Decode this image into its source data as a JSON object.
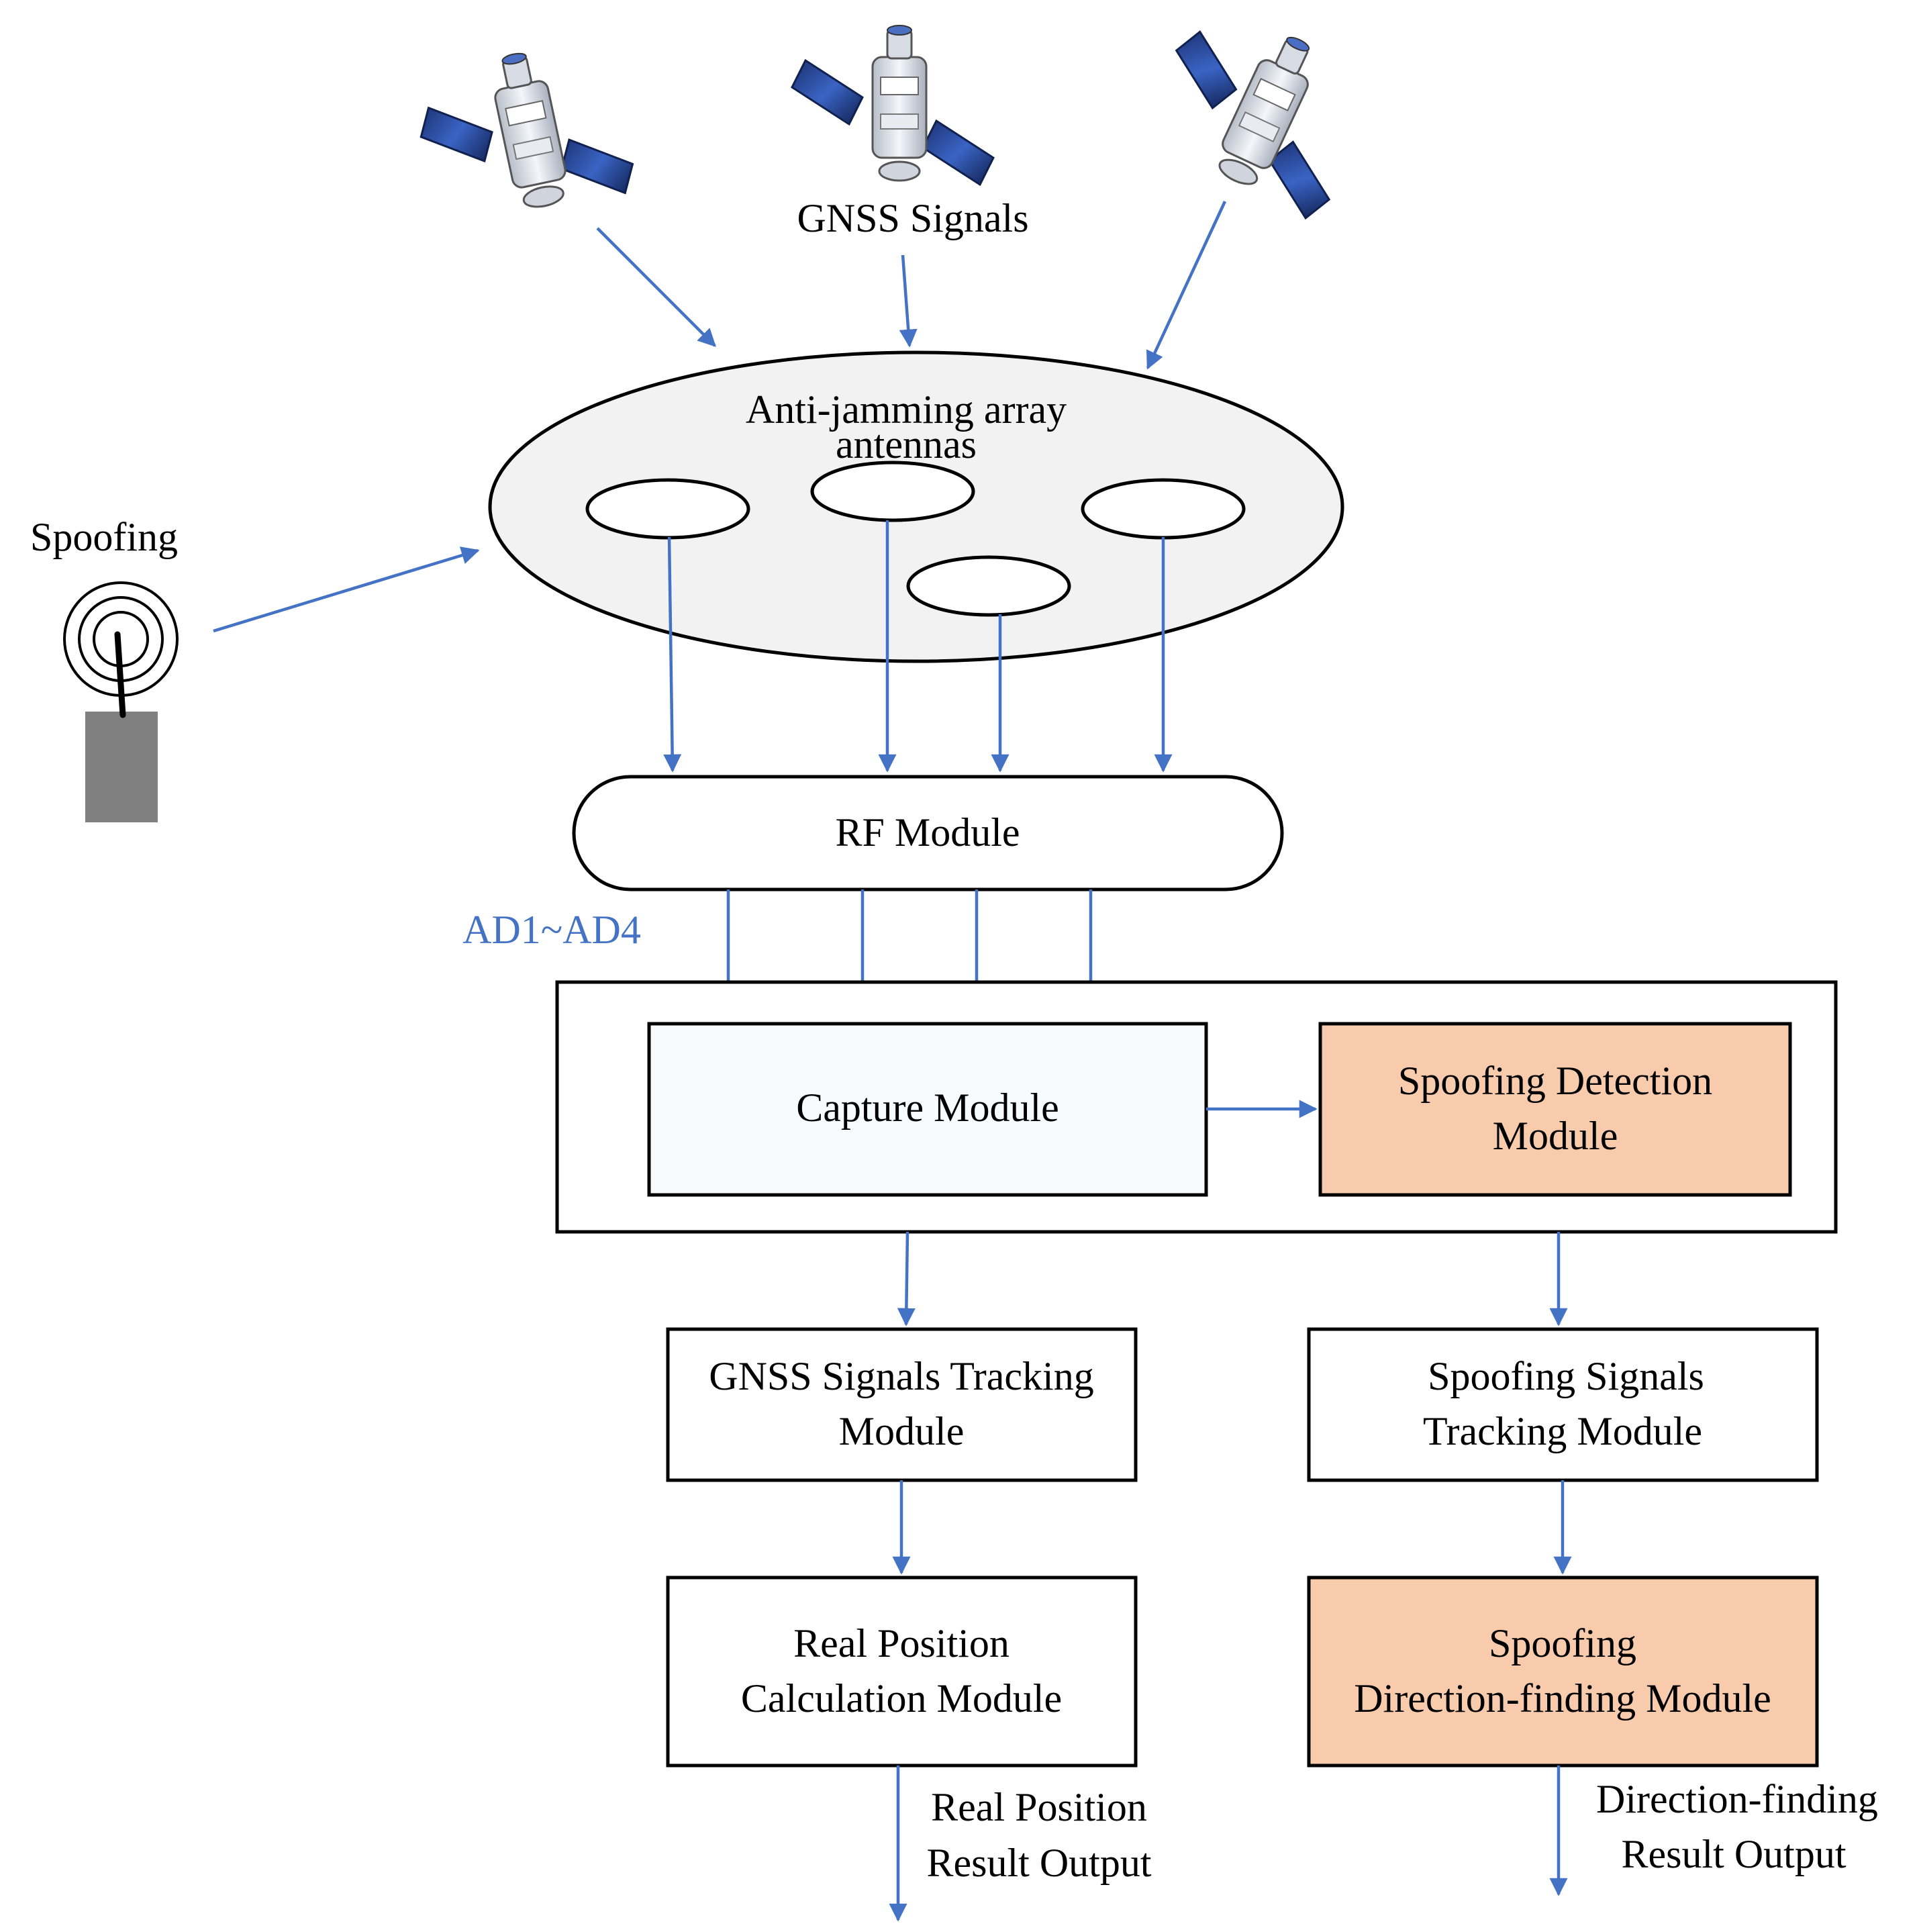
{
  "colors": {
    "arrow": "#4472c4",
    "highlight_fill": "#f8cbad",
    "ellipse_fill": "#f2f2f2",
    "capture_fill": "#f7fbfb",
    "transmitter_body": "#808080",
    "satellite_panel": "#1f3b8c",
    "satellite_body": "#dfe3ea"
  },
  "icons": {
    "satellite": "satellite-icon",
    "spoofer": "spoofing-transmitter-icon"
  },
  "gnss_label": "GNSS Signals",
  "antenna_array": {
    "line1": "Anti-jamming array",
    "line2": "antennas"
  },
  "spoofing_label": "Spoofing",
  "rf_module": "RF Module",
  "ad_label": "AD1~AD4",
  "capture_module": "Capture Module",
  "spoofing_detection": {
    "line1": "Spoofing Detection",
    "line2": "Module"
  },
  "gnss_tracking": {
    "line1": "GNSS Signals Tracking",
    "line2": "Module"
  },
  "spoofing_tracking": {
    "line1": "Spoofing Signals",
    "line2": "Tracking Module"
  },
  "real_position": {
    "line1": "Real Position",
    "line2": "Calculation Module"
  },
  "direction_finding": {
    "line1": "Spoofing",
    "line2": "Direction-finding Module"
  },
  "real_position_output": {
    "line1": "Real Position",
    "line2": "Result Output"
  },
  "direction_output": {
    "line1": "Direction-finding",
    "line2": "Result Output"
  }
}
